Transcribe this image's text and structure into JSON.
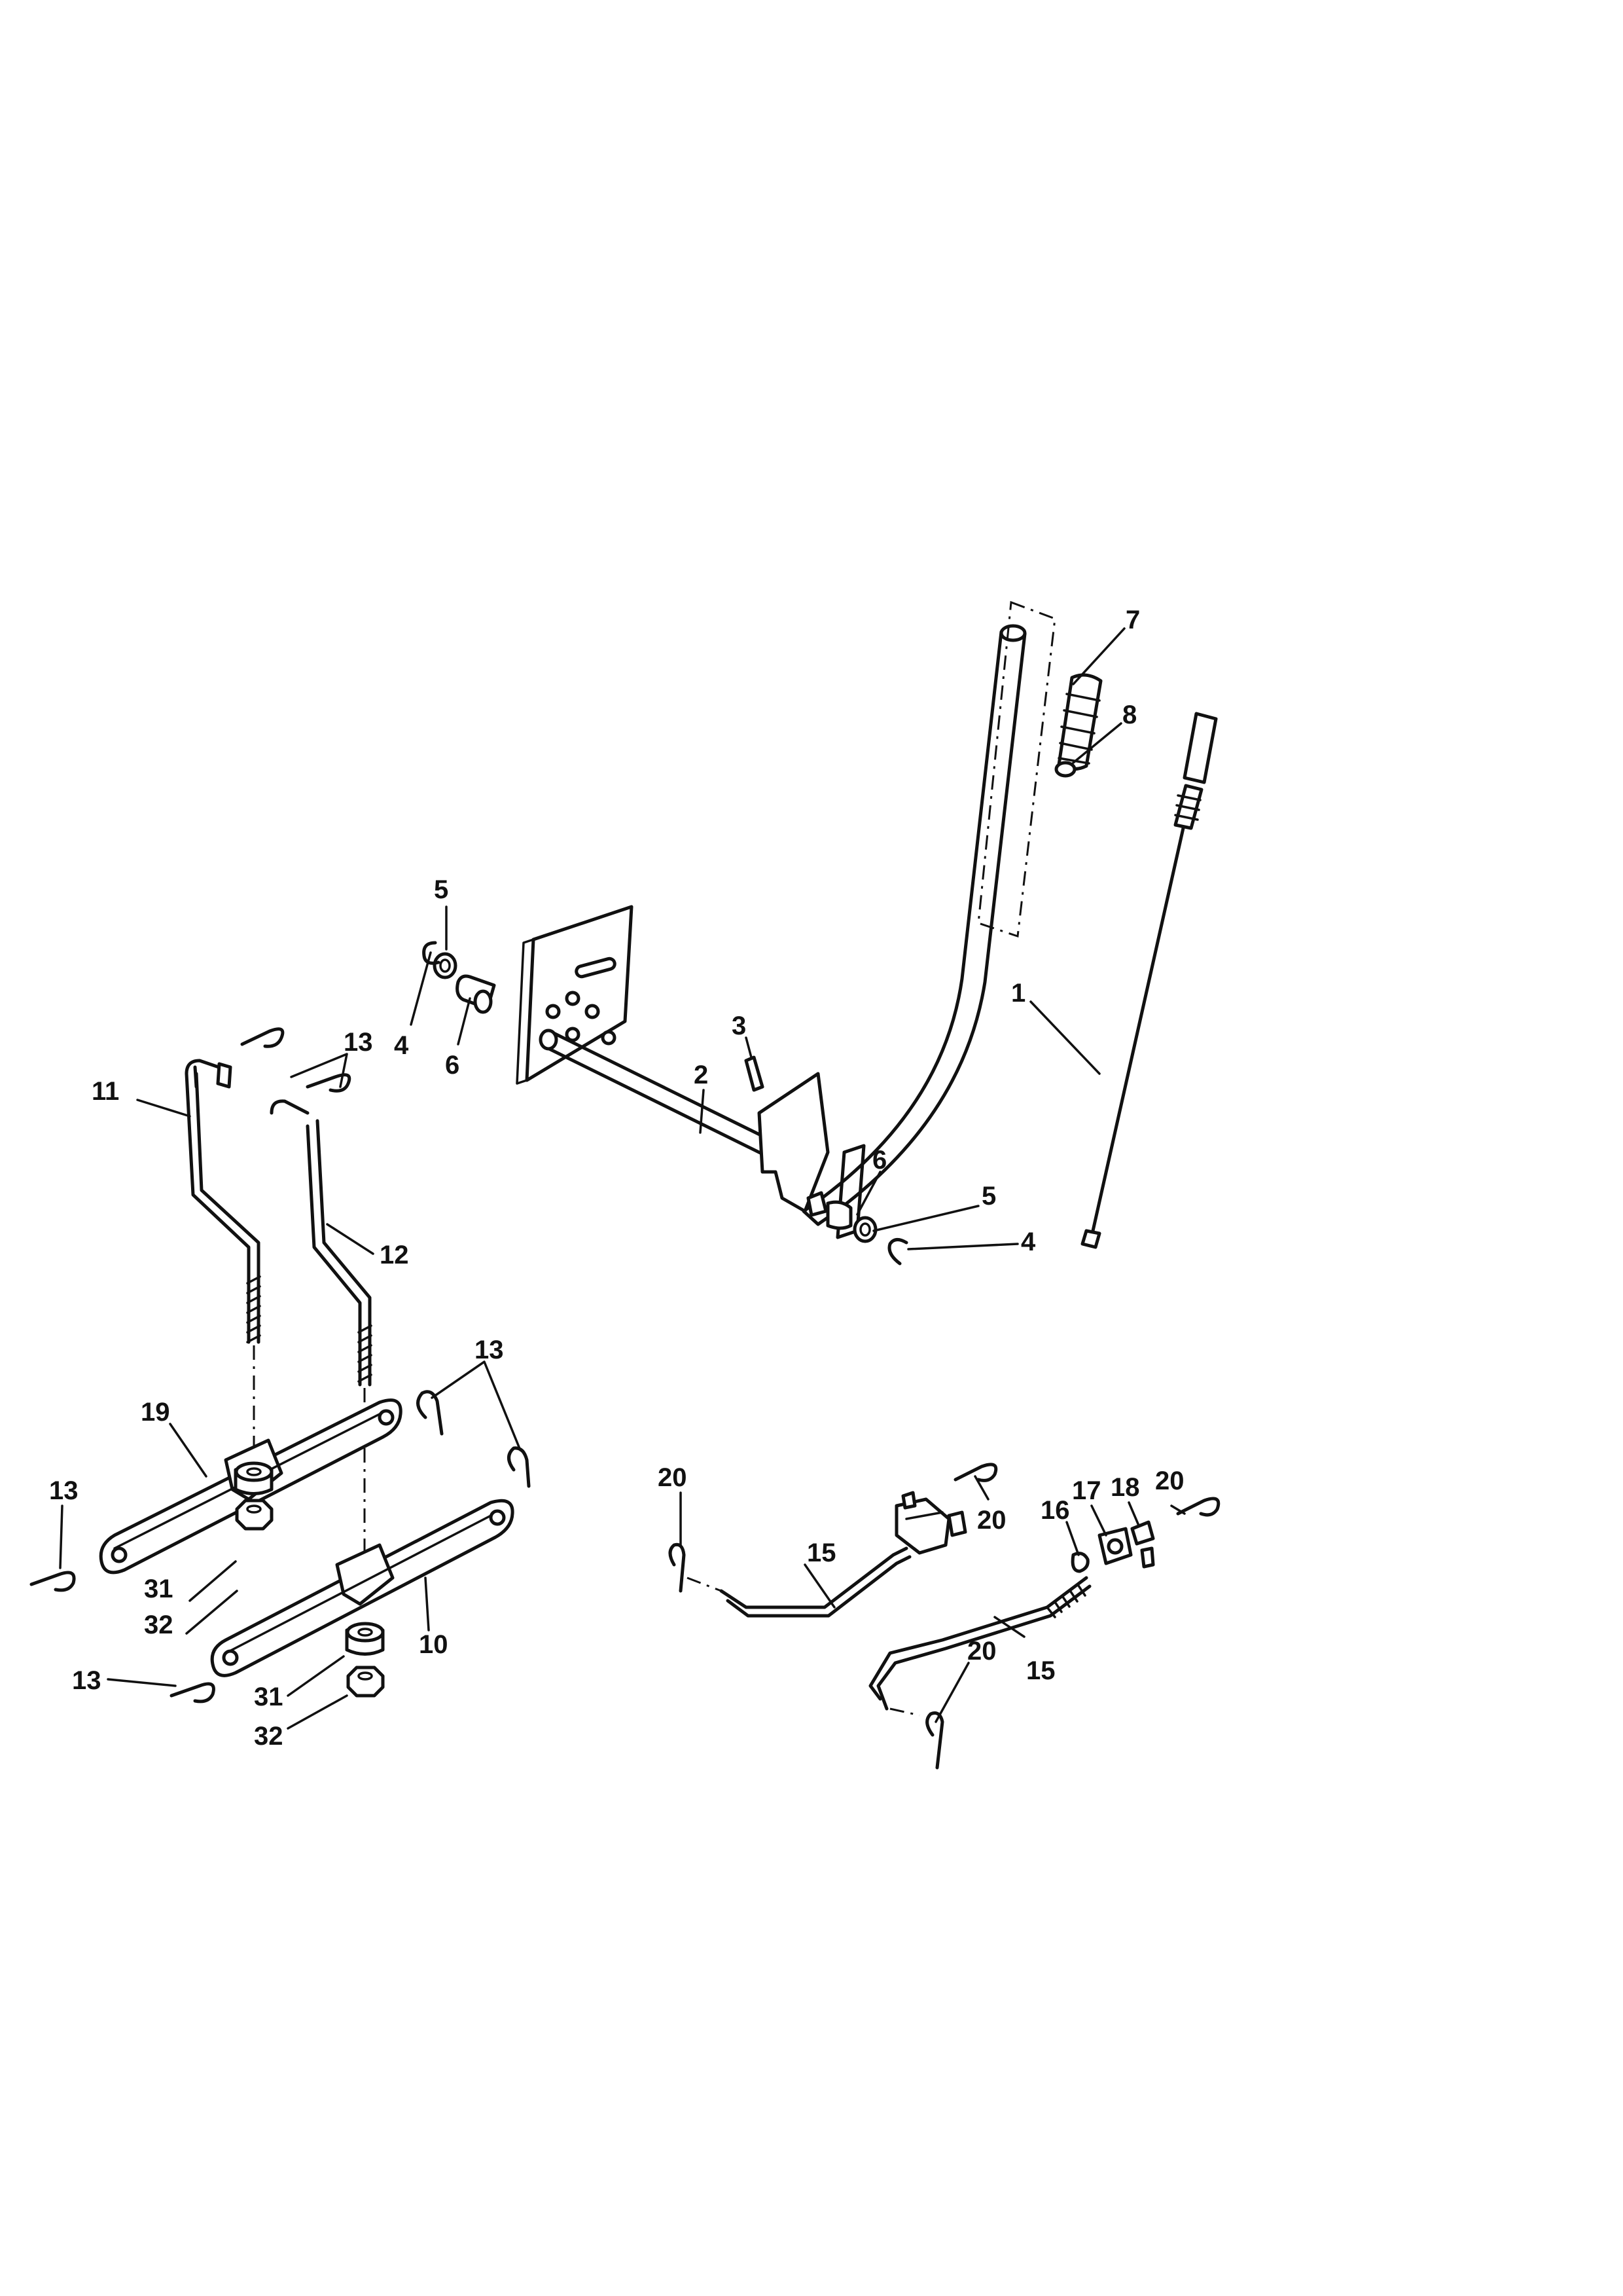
{
  "callouts": [
    {
      "id": "c7",
      "text": "7"
    },
    {
      "id": "c8",
      "text": "8"
    },
    {
      "id": "c1",
      "text": "1"
    },
    {
      "id": "c5a",
      "text": "5"
    },
    {
      "id": "c4a",
      "text": "4"
    },
    {
      "id": "c6a",
      "text": "6"
    },
    {
      "id": "c3",
      "text": "3"
    },
    {
      "id": "c2",
      "text": "2"
    },
    {
      "id": "c6b",
      "text": "6"
    },
    {
      "id": "c5b",
      "text": "5"
    },
    {
      "id": "c4b",
      "text": "4"
    },
    {
      "id": "c13a",
      "text": "13"
    },
    {
      "id": "c11",
      "text": "11"
    },
    {
      "id": "c12",
      "text": "12"
    },
    {
      "id": "c13b",
      "text": "13"
    },
    {
      "id": "c19",
      "text": "19"
    },
    {
      "id": "c13c",
      "text": "13"
    },
    {
      "id": "c31a",
      "text": "31"
    },
    {
      "id": "c32a",
      "text": "32"
    },
    {
      "id": "c10",
      "text": "10"
    },
    {
      "id": "c13d",
      "text": "13"
    },
    {
      "id": "c31b",
      "text": "31"
    },
    {
      "id": "c32b",
      "text": "32"
    },
    {
      "id": "c20a",
      "text": "20"
    },
    {
      "id": "c15a",
      "text": "15"
    },
    {
      "id": "c20b",
      "text": "20"
    },
    {
      "id": "c16",
      "text": "16"
    },
    {
      "id": "c17",
      "text": "17"
    },
    {
      "id": "c18",
      "text": "18"
    },
    {
      "id": "c20c",
      "text": "20"
    },
    {
      "id": "c20d",
      "text": "20"
    },
    {
      "id": "c15b",
      "text": "15"
    }
  ]
}
